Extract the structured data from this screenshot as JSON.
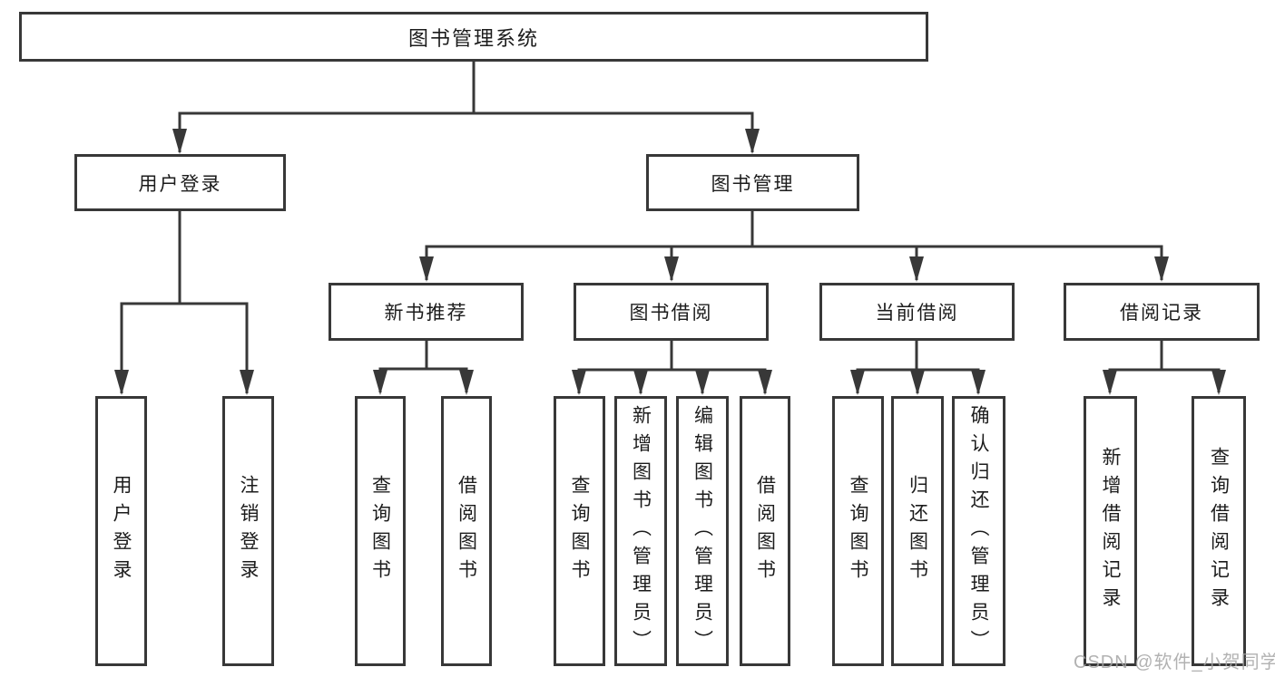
{
  "diagram": {
    "type": "hierarchy-tree",
    "orientation": "top-down"
  },
  "tree": {
    "root": {
      "label": "图书管理系统",
      "children": [
        {
          "label": "用户登录",
          "children": [
            {
              "label": "用户登录"
            },
            {
              "label": "注销登录"
            }
          ]
        },
        {
          "label": "图书管理",
          "children": [
            {
              "label": "新书推荐",
              "children": [
                {
                  "label": "查询图书"
                },
                {
                  "label": "借阅图书"
                }
              ]
            },
            {
              "label": "图书借阅",
              "children": [
                {
                  "label": "查询图书"
                },
                {
                  "label": "新增图书（管理员）"
                },
                {
                  "label": "编辑图书（管理员）"
                },
                {
                  "label": "借阅图书"
                }
              ]
            },
            {
              "label": "当前借阅",
              "children": [
                {
                  "label": "查询图书"
                },
                {
                  "label": "归还图书"
                },
                {
                  "label": "确认归还（管理员）"
                }
              ]
            },
            {
              "label": "借阅记录",
              "children": [
                {
                  "label": "新增借阅记录"
                },
                {
                  "label": "查询借阅记录"
                }
              ]
            }
          ]
        }
      ]
    }
  },
  "watermark": {
    "text": "CSDN @软件_小贺同学"
  },
  "colors": {
    "line": "#383838",
    "box_border": "#383838",
    "text": "#1c1c1c",
    "watermark": "#a4a4a4",
    "background": "#ffffff"
  }
}
